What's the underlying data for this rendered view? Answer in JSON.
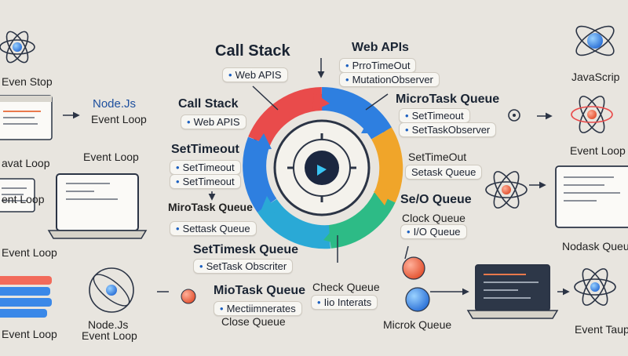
{
  "labels": {
    "call_stack_top": "Call Stack",
    "call_stack_top_item": "Web APIS",
    "web_apis": "Web APIs",
    "web_apis_items": [
      "PrroTimeOut",
      "MutationObserver"
    ],
    "even_stop": "Even Stop",
    "node_js_1": "Node.Js",
    "event_loop_1": "Event Loop",
    "call_stack_mid": "Call Stack",
    "call_stack_mid_item": "Web APIS",
    "microtask_queue_right": "MicroTask Queue",
    "microtask_queue_right_items": [
      "SetTimeout",
      "SetTaskObserver"
    ],
    "javascrip": "JavaScrip",
    "pavat_loop": "avat Loop",
    "event_loop_2": "Event Loop",
    "settimeout_head": "SetTimeout",
    "settimeout_items": [
      "SetTimeout",
      "SetTimeout"
    ],
    "settimeout_right": "SetTimeOut",
    "settask_queue_right": "Setask Queue",
    "event_loop_right": "Event Loop",
    "vent_loop_left": "ent Loop",
    "microtask_queue_left": "MiroTask Queue",
    "settask_queue_left": "Settask Queue",
    "se_io_queue": "Se/O Queue",
    "clock_queue": "Clock Queue",
    "io_queue": "I/O Queue",
    "nodask_queue": "Nodask Queue",
    "event_loop_left_bottom": "Event Loop",
    "settimesk_queue": "SetTimesk Queue",
    "settask_obscriter": "SetTask Obscriter",
    "node_js_2": "Node.Js",
    "event_loop_3": "Event Loop",
    "miotask_queue": "MioTask Queue",
    "miotask_items": [
      "Mectiimnerates",
      "Close Queue"
    ],
    "check_queue": "Check Queue",
    "io_interats": "Iio Interats",
    "microk_queue": "Microk Queue",
    "event_loop_4": "Event Loop",
    "event_taup": "Event Taup"
  },
  "colors": {
    "background": "#e8e5df",
    "ring_red": "#e94b4b",
    "ring_orange": "#f0902a",
    "ring_yellow": "#f4c531",
    "ring_green": "#2dbb86",
    "ring_teal": "#2aa9d6",
    "ring_blue": "#2e7fe0",
    "accent_blue": "#1d4f9e"
  },
  "icons": [
    "atom-icon",
    "window-icon",
    "laptop-icon",
    "gear-icon",
    "arrow-icon",
    "sphere-icon"
  ]
}
